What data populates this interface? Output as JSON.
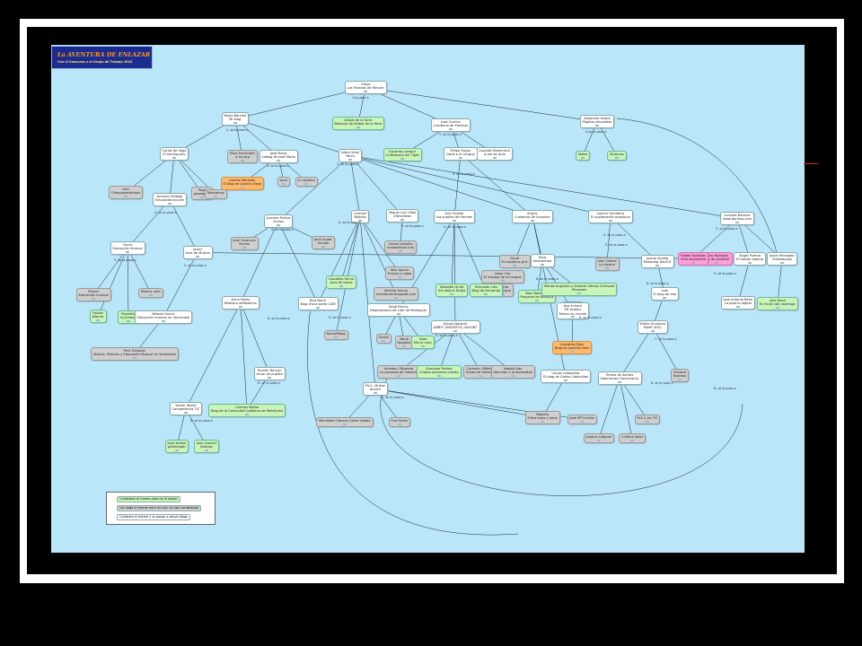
{
  "banner": {
    "title": "La AVENTURA DE ENLAZAR",
    "subtitle": "Con el Concurso y el Grupo de Trabajo 2010"
  },
  "nodes": [
    {
      "id": "olaya",
      "lines": [
        "Olaya",
        "Los Mundos de Yakusin"
      ],
      "type": "white"
    },
    {
      "id": "anibal",
      "lines": [
        "Aníbal de la Torre",
        "Bitácora de Aníbal de la Torre"
      ],
      "type": "green"
    },
    {
      "id": "maria",
      "lines": [
        "María Barceló",
        "Mi blog"
      ],
      "type": "white"
    },
    {
      "id": "josecuerva",
      "lines": [
        "José Cuerva",
        "Cuaderno de Profesor"
      ],
      "type": "white"
    },
    {
      "id": "alejandro",
      "lines": [
        "Alejandro Valero",
        "Páginas Ampiadas"
      ],
      "type": "white"
    },
    {
      "id": "carlosvega",
      "lines": [
        "Carlos de Vega",
        "El hormiguero"
      ],
      "type": "white"
    },
    {
      "id": "elias",
      "lines": [
        "Elías Fernández",
        "e-ins.org"
      ],
      "type": "gray"
    },
    {
      "id": "josemaria",
      "lines": [
        "José María",
        "Lablog de José María"
      ],
      "type": "white"
    },
    {
      "id": "isidro",
      "lines": [
        "Isidro Vidal",
        "Yácra"
      ],
      "type": "white"
    },
    {
      "id": "eduardo",
      "lines": [
        "Eduardo Larequi",
        "La Bitácora del Tigre"
      ],
      "type": "green"
    },
    {
      "id": "felipe",
      "lines": [
        "Felipe Zayas",
        "Darle a la Lengua"
      ],
      "type": "white"
    },
    {
      "id": "lourdesd",
      "lines": [
        "Lourdes Domenech",
        "A pie de Aula"
      ],
      "type": "white"
    },
    {
      "id": "malas",
      "lines": [
        "Malas"
      ],
      "type": "green"
    },
    {
      "id": "alumnos",
      "lines": [
        "Alumnos"
      ],
      "type": "green"
    },
    {
      "id": "ivan",
      "lines": [
        "Iván",
        "Olimpiadaslatinos"
      ],
      "type": "gray"
    },
    {
      "id": "antonio",
      "lines": [
        "Antonio Gallego",
        "Educaciónxxx.net"
      ],
      "type": "white"
    },
    {
      "id": "pepe",
      "lines": [
        "Pepe",
        "pepegonz"
      ],
      "type": "gray"
    },
    {
      "id": "juanita",
      "lines": [
        "Juanita Monleón",
        "El blog de Juanita Olaya"
      ],
      "type": "orange"
    },
    {
      "id": "jordi",
      "lines": [
        "Jordi"
      ],
      "type": "gray"
    },
    {
      "id": "elcasillero",
      "lines": [
        "El casillero"
      ],
      "type": "gray"
    },
    {
      "id": "tokotomax",
      "lines": [
        "Tokotomax"
      ],
      "type": "gray"
    },
    {
      "id": "carmen",
      "lines": [
        "Carmen",
        "Bitácko"
      ],
      "type": "white"
    },
    {
      "id": "miguel",
      "lines": [
        "Miguel Luis Vidal",
        "Zitevidelos"
      ],
      "type": "white"
    },
    {
      "id": "ana",
      "lines": [
        "Ana Oviedo",
        "Los sueños de Hermes"
      ],
      "type": "white"
    },
    {
      "id": "angus",
      "lines": [
        "Angus",
        "Cuaderno de Ancoche"
      ],
      "type": "white"
    },
    {
      "id": "leonor",
      "lines": [
        "Leonor Quintana",
        "El suplemento ocasional"
      ],
      "type": "white"
    },
    {
      "id": "lourdesb",
      "lines": [
        "Lourdes Barroso",
        "www.ltarroso.com"
      ],
      "type": "white"
    },
    {
      "id": "juanma",
      "lines": [
        "Juanma Muñoz",
        "Clarion"
      ],
      "type": "white"
    },
    {
      "id": "jordiv",
      "lines": [
        "Jordi Vivancos",
        "Vivimo"
      ],
      "type": "gray"
    },
    {
      "id": "jordiaudet",
      "lines": [
        "Jordi Audet",
        "Ocnolo"
      ],
      "type": "gray"
    },
    {
      "id": "carlosc",
      "lines": [
        "Carlos Castaño",
        "mediasferas info"
      ],
      "type": "gray"
    },
    {
      "id": "oscar",
      "lines": [
        "Óscar",
        "Educación Musical"
      ],
      "type": "white"
    },
    {
      "id": "javier",
      "lines": [
        "Javier",
        "Aula de Música"
      ],
      "type": "white"
    },
    {
      "id": "amorfrio",
      "lines": [
        "Amor Frío",
        "El ensayo de la Lengua"
      ],
      "type": "gray"
    },
    {
      "id": "fatima",
      "lines": [
        "Fátima",
        "tu Lengua"
      ],
      "type": "gray"
    },
    {
      "id": "pablo",
      "lines": [
        "Pablo Noblejas",
        "Vida de profesor"
      ],
      "type": "pink"
    },
    {
      "id": "angelpuente",
      "lines": [
        "Ángel Puente",
        "El balcón abierto"
      ],
      "type": "white"
    },
    {
      "id": "javierbeardo",
      "lines": [
        "Javier Recajodo",
        "Ortoteapuas"
      ],
      "type": "white"
    },
    {
      "id": "gonzalez",
      "lines": [
        "González-Serna",
        "Aula de letras"
      ],
      "type": "green"
    },
    {
      "id": "alezi",
      "lines": [
        "Álex Iguera",
        "Enlace y notas"
      ],
      "type": "gray"
    },
    {
      "id": "cloud",
      "lines": [
        "Cloud",
        "El cuaderno gris"
      ],
      "type": "gray"
    },
    {
      "id": "elisa",
      "lines": [
        "Elisa",
        "Aristiontrae"
      ],
      "type": "white"
    },
    {
      "id": "alexsuarez",
      "lines": [
        "Alex Suárez",
        "La pizarra"
      ],
      "type": "gray"
    },
    {
      "id": "juanjoacosta",
      "lines": [
        "Juanjo Acosta",
        "Metablog TolLELE"
      ],
      "type": "white"
    },
    {
      "id": "josebea",
      "lines": [
        "José Antonio Beea",
        "La pizarra digital"
      ],
      "type": "white"
    },
    {
      "id": "julionaw",
      "lines": [
        "Julio Nava",
        "El rincón del naufrago"
      ],
      "type": "green"
    },
    {
      "id": "eliezer",
      "lines": [
        "Eliezer",
        "Educación musical"
      ],
      "type": "gray"
    },
    {
      "id": "fabian",
      "lines": [
        "Fabián",
        "Allarrar"
      ],
      "type": "green"
    },
    {
      "id": "rosario",
      "lines": [
        "Rosarillo",
        "La Jimena"
      ],
      "type": "green"
    },
    {
      "id": "musicaneta",
      "lines": [
        "Música neta"
      ],
      "type": "gray"
    },
    {
      "id": "vicente",
      "lines": [
        "Vicente Araujo",
        "enredando.blogspot.com"
      ],
      "type": "gray"
    },
    {
      "id": "sebastia",
      "lines": [
        "Sebastià Giralt",
        "Xis deia el Didàd"
      ],
      "type": "green"
    },
    {
      "id": "fernando",
      "lines": [
        "Fernando Lillo",
        "Blog de Fernando"
      ],
      "type": "green"
    },
    {
      "id": "beninete",
      "lines": [
        "Beni Beninete",
        "Proyecto de Bioética"
      ],
      "type": "green"
    },
    {
      "id": "matias",
      "lines": [
        "Matías Augustín y Antonio Gómez Carmona",
        "Pinzones"
      ],
      "type": "green"
    },
    {
      "id": "lola",
      "lines": [
        "Lola",
        "El blog de lola"
      ],
      "type": "white"
    },
    {
      "id": "anamaria",
      "lines": [
        "Ana María",
        "Bea Rey"
      ],
      "type": "white"
    },
    {
      "id": "beamarin",
      "lines": [
        "Bea Marín",
        "Blog d'una profa CDM"
      ],
      "type": "white"
    },
    {
      "id": "anamilene",
      "lines": [
        "Anna Milrez",
        "Bitácora deMolemin"
      ],
      "type": "white"
    },
    {
      "id": "sergi",
      "lines": [
        "Sergi Porrús",
        "Departament de Llatí de Pedreguer"
      ],
      "type": "white"
    },
    {
      "id": "antoni",
      "lines": [
        "Antoni Navarro",
        "AMBIT LINGÜÍSTIC-SAGUNT"
      ],
      "type": "white"
    },
    {
      "id": "anaechar",
      "lines": [
        "Ana Echarri",
        "EN Acebar",
        "Relevo tu mundo"
      ],
      "type": "white"
    },
    {
      "id": "alfredo",
      "lines": [
        "Alfredo García",
        "Educación musical en Venezuela"
      ],
      "type": "white"
    },
    {
      "id": "soraia",
      "lines": [
        "Soraia"
      ],
      "type": "gray"
    },
    {
      "id": "mario",
      "lines": [
        "Mario",
        "Dagüelo"
      ],
      "type": "gray"
    },
    {
      "id": "doro",
      "lines": [
        "Doro",
        "Mis al nunc"
      ],
      "type": "green"
    },
    {
      "id": "narraelblog",
      "lines": [
        "NarraElblog"
      ],
      "type": "gray"
    },
    {
      "id": "juanahilo",
      "lines": [
        "Juanahilo Díaz",
        "Blog de Juanhilo Díaz"
      ],
      "type": "orange"
    },
    {
      "id": "emilio",
      "lines": [
        "Emilio Quintana",
        "Mielfi (ELE)"
      ],
      "type": "white"
    },
    {
      "id": "prof",
      "lines": [
        "Prof. Zamodo",
        "Música, Músicos y Educación Musical en Venezuela"
      ],
      "type": "gray"
    },
    {
      "id": "ramon",
      "lines": [
        "Ramón Barlym",
        "Arran de pupitre"
      ],
      "type": "white"
    },
    {
      "id": "amadeu",
      "lines": [
        "Amadeu i Bigonza",
        "La pensada de medelin"
      ],
      "type": "gray"
    },
    {
      "id": "graciano",
      "lines": [
        "Graciano Peñaut",
        "Chateo actaurcle-chesto"
      ],
      "type": "green"
    },
    {
      "id": "carmelo",
      "lines": [
        "Carmelo i Mónica",
        "Festes de Sabadra"
      ],
      "type": "gray"
    },
    {
      "id": "natalia",
      "lines": [
        "Natalia Sás",
        "Atención a la diversidad"
      ],
      "type": "gray"
    },
    {
      "id": "carloscabanillas",
      "lines": [
        "Carlos Cabanillas",
        "El blog de Carlos Cabanillas"
      ],
      "type": "white"
    },
    {
      "id": "teresa",
      "lines": [
        "Teresa de Santos",
        "Vidarrioraz-Convector(l)"
      ],
      "type": "white"
    },
    {
      "id": "victoria",
      "lines": [
        "Victoria",
        "Bolcasa"
      ],
      "type": "gray"
    },
    {
      "id": "xavier",
      "lines": [
        "Xavier Rosell",
        "Competència TIC"
      ],
      "type": "white"
    },
    {
      "id": "carmenbarba",
      "lines": [
        "Carmen Barba",
        "Blog de la Comunitat Catalana de WebQuest"
      ],
      "type": "green"
    },
    {
      "id": "piomunoz",
      "lines": [
        "Pío L. Muñoz",
        "Arcach"
      ],
      "type": "white"
    },
    {
      "id": "begoña",
      "lines": [
        "Begoña",
        "Entre tome y lome"
      ],
      "type": "gray"
    },
    {
      "id": "josecorrillo",
      "lines": [
        "José Mª Carrillo"
      ],
      "type": "gray"
    },
    {
      "id": "elebus",
      "lines": [
        "ELE y las TIC"
      ],
      "type": "gray"
    },
    {
      "id": "mercedes",
      "lines": [
        "Mercedes Cabrera Camo Solado"
      ],
      "type": "gray"
    },
    {
      "id": "evaflores",
      "lines": [
        "Eva Flores"
      ],
      "type": "gray"
    },
    {
      "id": "joaquin",
      "lines": [
        "Joaquín Llabaral"
      ],
      "type": "gray"
    },
    {
      "id": "cristina",
      "lines": [
        "Cristina Seler"
      ],
      "type": "gray"
    },
    {
      "id": "jordijordan",
      "lines": [
        "Jordi Jordan",
        "peltempoti"
      ],
      "type": "green"
    },
    {
      "id": "joanquinart",
      "lines": [
        "Joan Quinart",
        "Ielácion"
      ],
      "type": "green"
    },
    {
      "id": "rafael",
      "lines": [
        "Rafael Noblejas",
        "Vida depirofesd"
      ],
      "type": "pink"
    }
  ],
  "connectors": [
    {
      "id": "c1",
      "text": "1.lo pasa a"
    },
    {
      "id": "c2",
      "text": "2. se lo pasa a"
    },
    {
      "id": "c3",
      "text": "2. se lo pasa a"
    },
    {
      "id": "c4",
      "text": "2.se lo pasa a"
    },
    {
      "id": "c5",
      "text": "3. se lo pasa a"
    },
    {
      "id": "c6",
      "text": "3. se lo pasa a"
    },
    {
      "id": "c7",
      "text": "3. se lo pasa a"
    },
    {
      "id": "c8",
      "text": "4. se lo pasa a"
    },
    {
      "id": "c9",
      "text": "4. se lo pasa a"
    },
    {
      "id": "c10",
      "text": "4. se lo pasa a"
    },
    {
      "id": "c11",
      "text": "4. se lo pasa a"
    },
    {
      "id": "c12",
      "text": "4. se lo pasa a"
    },
    {
      "id": "c13",
      "text": "5. se lo pasa a"
    },
    {
      "id": "c14",
      "text": "5. se lo pasa a"
    },
    {
      "id": "c15",
      "text": "5. se lo pasa a"
    },
    {
      "id": "c16",
      "text": "5. se lo pasa a"
    },
    {
      "id": "c17",
      "text": "5. se lo pasa a"
    },
    {
      "id": "c18",
      "text": "6. se lo pasa a"
    },
    {
      "id": "c19",
      "text": "6. se lo pasa a"
    },
    {
      "id": "c20",
      "text": "6. se lo pasa a"
    },
    {
      "id": "c21",
      "text": "5. se lo pasa a"
    },
    {
      "id": "c22",
      "text": "6. se lo pasa a"
    },
    {
      "id": "c23",
      "text": "5. se lo pasa a"
    },
    {
      "id": "c24",
      "text": "5. se lo pasa a"
    },
    {
      "id": "c25",
      "text": "7. se lo pasa a"
    },
    {
      "id": "c26",
      "text": "8. se lo pasa a"
    },
    {
      "id": "c27",
      "text": "6. se lo pasa a"
    },
    {
      "id": "c28",
      "text": "6. se lo pasa a"
    },
    {
      "id": "c29",
      "text": "5. se lo pasa a"
    },
    {
      "id": "c30",
      "text": "6. se lo pasa a"
    }
  ],
  "legend": [
    {
      "text": "Contestan el meme pero no lo pasan",
      "color": "#c9f5b9"
    },
    {
      "text": "Les llega el meme pero no aún no han contestado",
      "color": "#cfcfcf"
    },
    {
      "text": "Contesta el meme y lo pasan a otro/s blogs",
      "color": "#ffffff"
    }
  ]
}
